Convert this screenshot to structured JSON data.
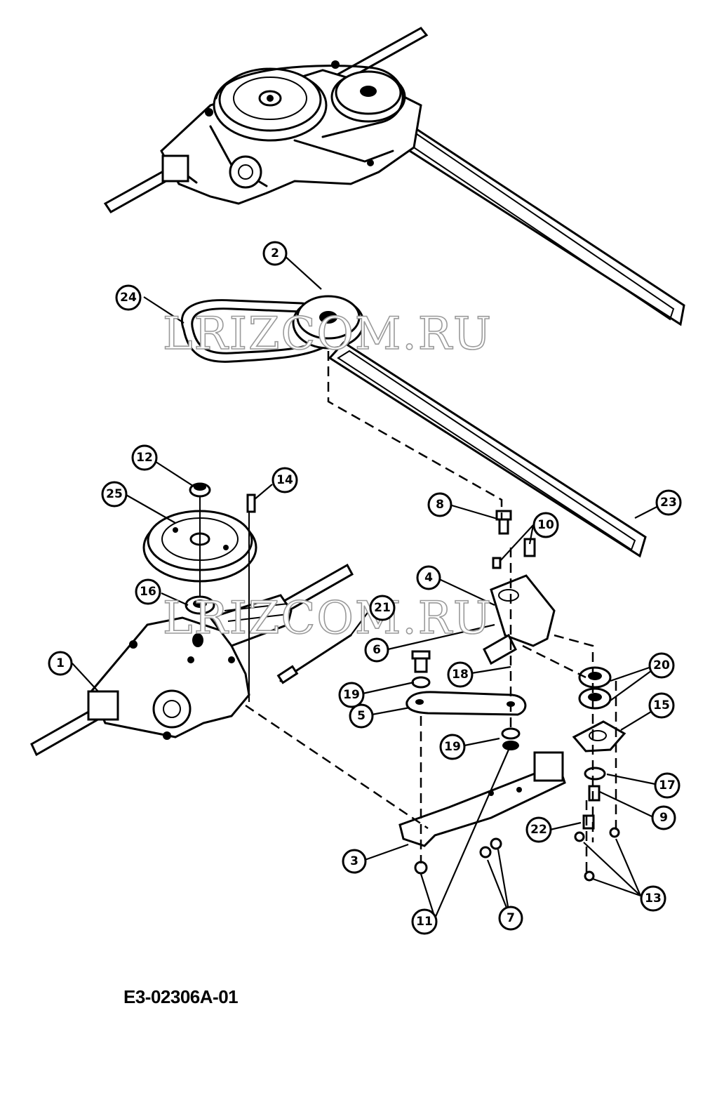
{
  "drawing_code": "E3-02306A-01",
  "watermarks": [
    "LRIZCOM.RU",
    "LRIZCOM.RU"
  ],
  "callouts": [
    {
      "id": "c1",
      "label": "1"
    },
    {
      "id": "c2",
      "label": "2"
    },
    {
      "id": "c3",
      "label": "3"
    },
    {
      "id": "c4",
      "label": "4"
    },
    {
      "id": "c5",
      "label": "5"
    },
    {
      "id": "c6",
      "label": "6"
    },
    {
      "id": "c7",
      "label": "7"
    },
    {
      "id": "c8",
      "label": "8"
    },
    {
      "id": "c9",
      "label": "9"
    },
    {
      "id": "c10",
      "label": "10"
    },
    {
      "id": "c11",
      "label": "11"
    },
    {
      "id": "c12",
      "label": "12"
    },
    {
      "id": "c13",
      "label": "13"
    },
    {
      "id": "c14",
      "label": "14"
    },
    {
      "id": "c15",
      "label": "15"
    },
    {
      "id": "c16",
      "label": "16"
    },
    {
      "id": "c17",
      "label": "17"
    },
    {
      "id": "c18",
      "label": "18"
    },
    {
      "id": "c19a",
      "label": "19"
    },
    {
      "id": "c19b",
      "label": "19"
    },
    {
      "id": "c20",
      "label": "20"
    },
    {
      "id": "c21",
      "label": "21"
    },
    {
      "id": "c22",
      "label": "22"
    },
    {
      "id": "c23",
      "label": "23"
    },
    {
      "id": "c24",
      "label": "24"
    },
    {
      "id": "c25",
      "label": "25"
    }
  ]
}
